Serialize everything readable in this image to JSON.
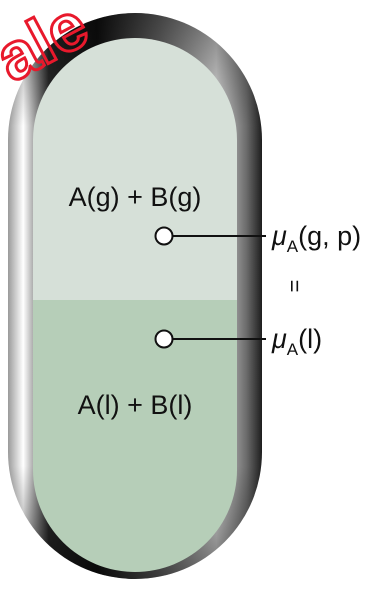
{
  "diagram": {
    "watermark_text": "ale",
    "gas_phase_label": "A(g) + B(g)",
    "liquid_phase_label": "A(l) + B(l)",
    "gas_potential": {
      "symbol": "μ",
      "subscript": "A",
      "argument": "(g, p)"
    },
    "equality_sign": "=",
    "liquid_potential": {
      "symbol": "μ",
      "subscript": "A",
      "argument": "(l)"
    },
    "colors": {
      "gas_fill": "#d6e0d8",
      "liquid_fill": "#b6ceb8",
      "rim_dark": "#1a1a1a",
      "rim_light": "#d8d8d8",
      "line": "#111111",
      "watermark": "#e8192c"
    }
  }
}
